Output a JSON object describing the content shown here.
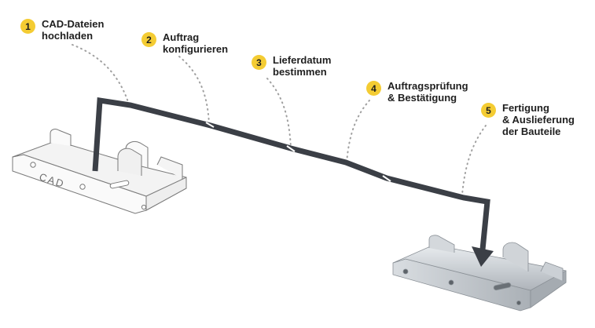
{
  "steps": [
    {
      "number": "1",
      "lines": [
        "CAD-Dateien",
        "hochladen"
      ]
    },
    {
      "number": "2",
      "lines": [
        "Auftrag",
        "konfigurieren"
      ]
    },
    {
      "number": "3",
      "lines": [
        "Lieferdatum",
        "bestimmen"
      ]
    },
    {
      "number": "4",
      "lines": [
        "Auftragsprüfung",
        "& Bestätigung"
      ]
    },
    {
      "number": "5",
      "lines": [
        "Fertigung",
        "& Auslieferung",
        "der Bauteile"
      ]
    }
  ],
  "part_label": "CAD",
  "colors": {
    "badge": "#f4cc33",
    "path": "#3b3f46",
    "text": "#1f1f1f",
    "dots": "#9a9a9a"
  }
}
